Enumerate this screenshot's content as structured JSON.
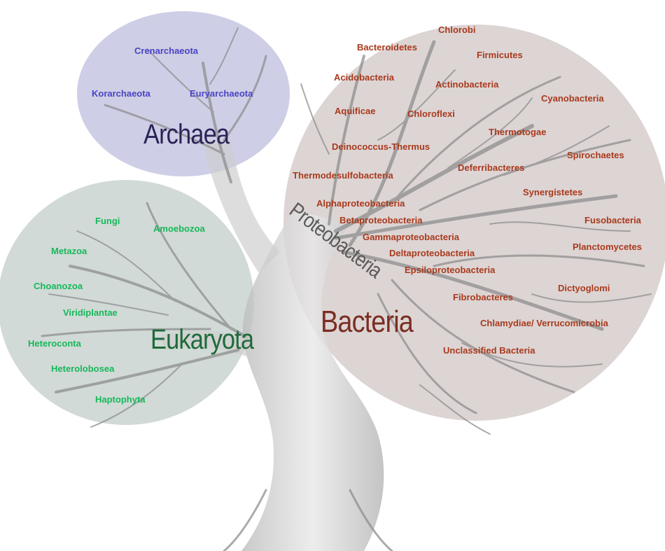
{
  "domains": {
    "archaea": {
      "label": "Archaea",
      "color": "#2a2458",
      "phyla": [
        "Crenarchaeota",
        "Korarchaeota",
        "Euryarchaeota"
      ]
    },
    "eukaryota": {
      "label": "Eukaryota",
      "color": "#1f6a3a",
      "phyla": [
        "Fungi",
        "Amoebozoa",
        "Metazoa",
        "Choanozoa",
        "Viridiplantae",
        "Heteroconta",
        "Heterolobosea",
        "Haptophyta"
      ]
    },
    "bacteria": {
      "label": "Bacteria",
      "color": "#7a2e22",
      "phyla": [
        "Chlorobi",
        "Bacteroidetes",
        "Firmicutes",
        "Acidobacteria",
        "Actinobacteria",
        "Cyanobacteria",
        "Aquificae",
        "Chloroflexi",
        "Thermotogae",
        "Deinococcus-Thermus",
        "Spirochaetes",
        "Deferribacteres",
        "Thermodesulfobacteria",
        "Synergistetes",
        "Fusobacteria",
        "Planctomycetes",
        "Dictyoglomi",
        "Fibrobacteres",
        "Chlamydiae/ Verrucomicrobia",
        "Unclassified Bacteria"
      ]
    },
    "proteobacteria": {
      "label": "Proteobacteria",
      "color": "#5a5a5a",
      "classes": [
        "Alphaproteobacteria",
        "Betaproteobacteria",
        "Gammaproteobacteria",
        "Deltaproteobacteria",
        "Epsiloproteobacteria"
      ]
    }
  },
  "colors": {
    "archaea_text": "#4a44c4",
    "eukaryota_text": "#16b85a",
    "bacteria_text": "#a83a1c",
    "archaea_bubble": "#c6c6e2",
    "eukaryota_bubble": "#c9d3cf",
    "bacteria_bubble": "#d7cccc",
    "tree": "#8e8e8e"
  }
}
